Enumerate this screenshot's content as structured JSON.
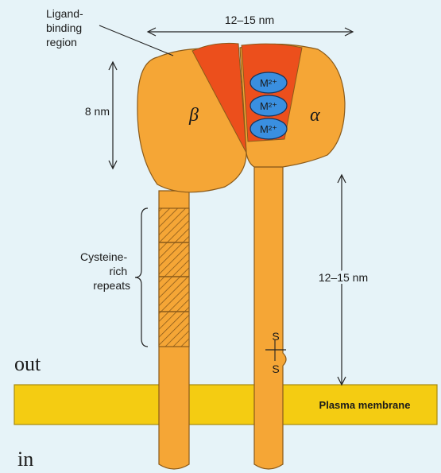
{
  "labels": {
    "ligand_binding": [
      "Ligand-",
      "binding",
      "region"
    ],
    "top_width": "12–15 nm",
    "head_height": "8 nm",
    "beta": "β",
    "alpha": "α",
    "metal_ions": [
      "M²⁺",
      "M²⁺",
      "M²⁺"
    ],
    "cysteine": [
      "Cysteine-",
      "rich",
      "repeats"
    ],
    "stalk_length": "12–15 nm",
    "disulfide_top": "S",
    "disulfide_bottom": "S",
    "out": "out",
    "in": "in",
    "membrane": "Plasma membrane"
  },
  "colors": {
    "background": "#e6f3f8",
    "subunit": "#f5a636",
    "subunit_stroke": "#8a5a1a",
    "binding_region": "#ec4f1c",
    "ion": "#3a8fe0",
    "membrane": "#f4cc12"
  }
}
